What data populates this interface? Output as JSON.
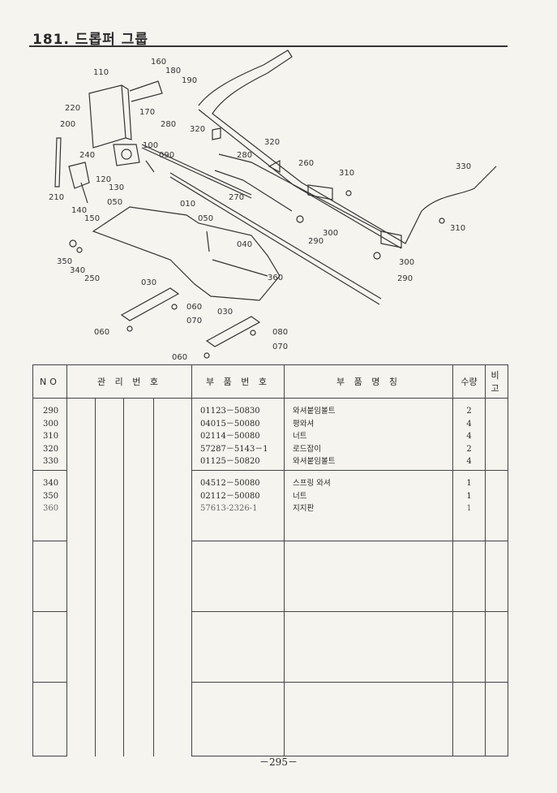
{
  "header": {
    "title": "181. 드롭퍼 그룹"
  },
  "diagram": {
    "labels": [
      "110",
      "160",
      "180",
      "190",
      "220",
      "170",
      "200",
      "280",
      "320",
      "100",
      "090",
      "240",
      "120",
      "130",
      "210",
      "140",
      "150",
      "050",
      "010",
      "050",
      "320",
      "280",
      "260",
      "270",
      "310",
      "330",
      "300",
      "290",
      "310",
      "350",
      "340",
      "250",
      "040",
      "300",
      "290",
      "360",
      "030",
      "060",
      "070",
      "030",
      "080",
      "060",
      "070",
      "060"
    ]
  },
  "table": {
    "headers": {
      "no": "NO",
      "mgmt": "관 리 번 호",
      "part_no": "부 품 번 호",
      "name": "부 품 명 칭",
      "qty": "수량",
      "remarks": "비 고"
    },
    "groups": [
      {
        "rows": [
          {
            "no": "290",
            "part_no": "01123－50830",
            "name": "와셔붙임볼트",
            "qty": "2"
          },
          {
            "no": "300",
            "part_no": "04015－50080",
            "name": "평와셔",
            "qty": "4"
          },
          {
            "no": "310",
            "part_no": "02114－50080",
            "name": "너트",
            "qty": "4"
          },
          {
            "no": "320",
            "part_no": "57287－5143－1",
            "name": "로드잡이",
            "qty": "2"
          },
          {
            "no": "330",
            "part_no": "01125－50820",
            "name": "와셔붙임볼트",
            "qty": "4"
          }
        ]
      },
      {
        "rows": [
          {
            "no": "340",
            "part_no": "04512－50080",
            "name": "스프링 와셔",
            "qty": "1"
          },
          {
            "no": "350",
            "part_no": "02112－50080",
            "name": "너트",
            "qty": "1"
          },
          {
            "no": "360",
            "part_no": "57613-2326-1",
            "name": "지지판",
            "qty": "1"
          }
        ]
      }
    ]
  },
  "footer": {
    "page_number": "－295－"
  }
}
